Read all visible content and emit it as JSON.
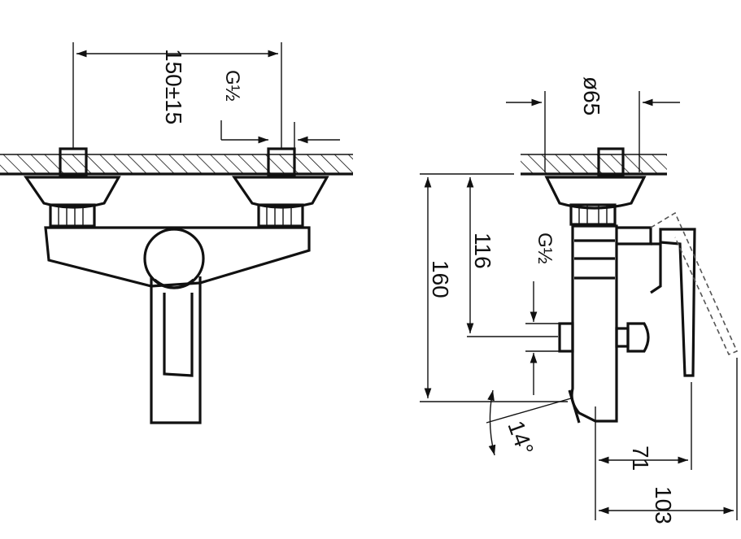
{
  "dimensions": {
    "centers": "150±15",
    "thread_left": "G½",
    "diameter": "ø65",
    "height_total": "160",
    "height_inlet": "116",
    "thread_side": "G½",
    "angle": "14°",
    "depth_spout": "71",
    "depth_total": "103"
  },
  "colors": {
    "line": "#111111",
    "background": "#ffffff"
  }
}
